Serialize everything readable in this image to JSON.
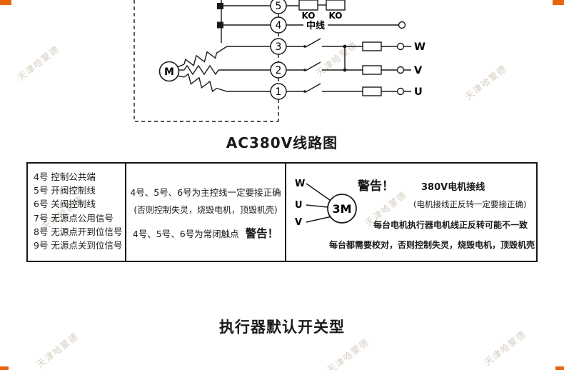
{
  "page": {
    "circuit_title": "AC380V线路图",
    "bottom_title": "执行器默认开关型",
    "watermark": "天津哈蒙德"
  },
  "circuit": {
    "terminals": [
      "5",
      "4",
      "3",
      "2",
      "1"
    ],
    "neutral_label": "中线",
    "motor_label": "M",
    "contactors": [
      "KO",
      "KO"
    ],
    "phases": [
      "W",
      "V",
      "U"
    ]
  },
  "table": {
    "col1": [
      "4号 控制公共端",
      "5号 开阀控制线",
      "6号 关阀控制线",
      "7号 无源点公用信号",
      "8号 无源点开到位信号",
      "9号 无源点关到位信号"
    ],
    "col2": {
      "line1": "4号、5号、6号为主控线一定要接正确",
      "line2": "(否则控制失灵，烧毁电机，顶毁机壳)",
      "line3": "4号、5号、6号为常闭触点",
      "warning": "警告！"
    },
    "col3": {
      "motor_label": "3M",
      "wires": [
        "W",
        "U",
        "V"
      ],
      "warning": "警告！",
      "line1": "380V电机接线",
      "line2": "(电机接线正反转一定要接正确)",
      "line3": "每台电机执行器电机线正反转可能不一致",
      "line4": "每台都需要校对，否则控制失灵，烧毁电机，顶毁机壳"
    }
  },
  "colors": {
    "accent_orange": "#e8650f",
    "watermark": "#d6cec1"
  }
}
